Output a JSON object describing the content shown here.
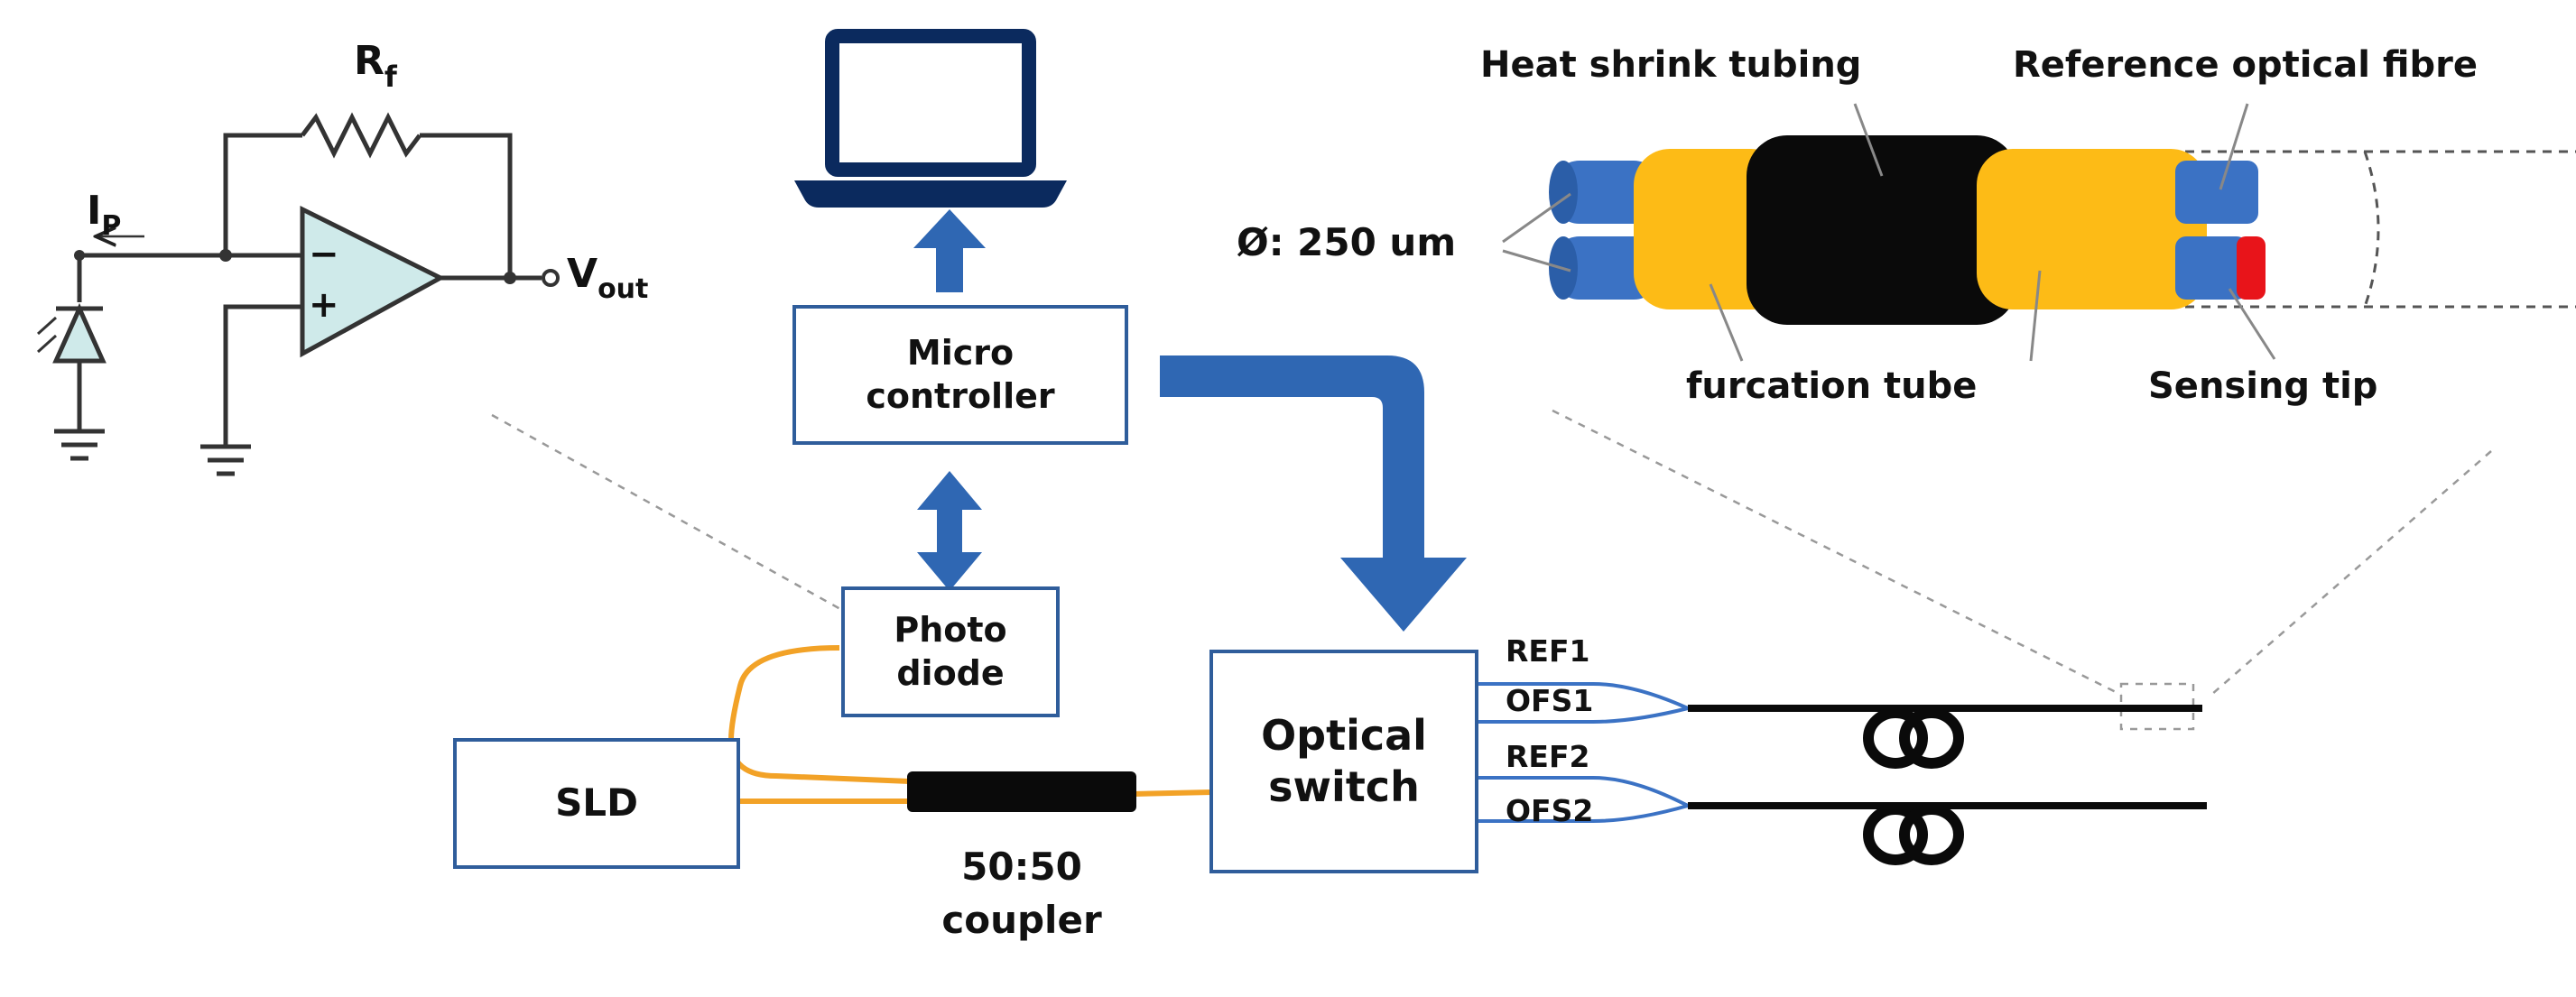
{
  "circuit": {
    "feedback_resistor": {
      "main": "R",
      "sub": "f"
    },
    "photocurrent": {
      "main": "I",
      "sub": "P"
    },
    "output": {
      "main": "V",
      "sub": "out"
    },
    "opamp_minus": "−",
    "opamp_plus": "+"
  },
  "blocks": {
    "microcontroller": [
      "Micro",
      "controller"
    ],
    "photodiode": [
      "Photo",
      "diode"
    ],
    "sld": [
      "SLD"
    ],
    "optical_switch": [
      "Optical",
      "switch"
    ]
  },
  "coupler": {
    "label": [
      "50:50",
      "coupler"
    ]
  },
  "channels": [
    "REF1",
    "OFS1",
    "REF2",
    "OFS2"
  ],
  "probe": {
    "heat_shrink": "Heat shrink tubing",
    "reference_fibre": "Reference optical fibre",
    "diameter": "Ø: 250 um",
    "furcation": "furcation tube",
    "sensing_tip": "Sensing tip"
  },
  "colors": {
    "box_border": "#2f5d9b",
    "arrow_blue": "#2f67b3",
    "fiber_orange": "#f2a227",
    "fiber_blue": "#3b72c4",
    "tube_yellow": "#fdbb16",
    "shrink_black": "#0a0a0a",
    "tip_red": "#e8141a",
    "opamp_fill": "#cfeaea"
  }
}
